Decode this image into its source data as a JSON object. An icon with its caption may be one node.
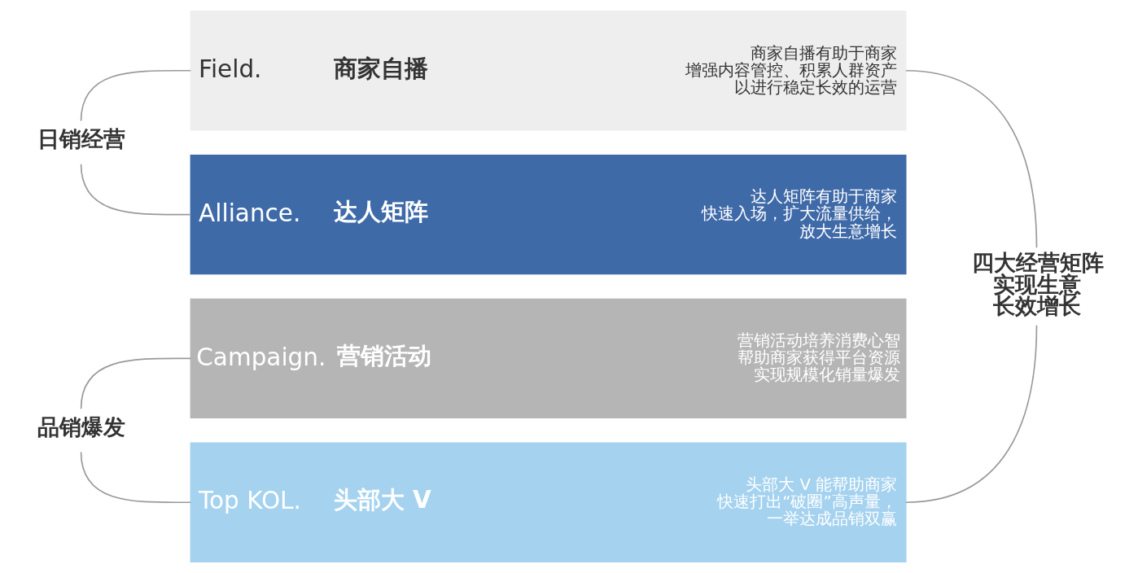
{
  "diagram": {
    "nodes": [
      {
        "text": [
          "Field.",
          "商家自播",
          "商家自播有助于商家增强内容管控、积累人群资产以进行稳定长效的运营"
        ]
      },
      {
        "text": [
          "Alliance.",
          "达人矩阵",
          "达人矩阵有助于商家快速入场，扩大流量供给，放大生意增长"
        ]
      },
      {
        "text": [
          "Campaign.",
          "营销活动",
          "营销活动培养消费心智帮助商家获得平台资源实现规模化销量爆发"
        ]
      },
      {
        "text": [
          "Top KOL.",
          "头部大 V",
          "头部大 V 能帮助商家快速打出“破圈”高声量，一举达成品销双赢"
        ]
      },
      {
        "text": [
          "日销经营"
        ]
      },
      {
        "text": [
          "品销爆发"
        ]
      },
      {
        "text": [
          "四大经营矩阵实现生意长效增长"
        ]
      }
    ],
    "edges": [
      {
        "from": 4,
        "to": 0,
        "arrow": "none"
      },
      {
        "from": 4,
        "to": 1,
        "arrow": "none"
      },
      {
        "from": 5,
        "to": 2,
        "arrow": "none"
      },
      {
        "from": 5,
        "to": 3,
        "arrow": "none"
      },
      {
        "from": 0,
        "to": 6,
        "arrow": "none"
      },
      {
        "from": 3,
        "to": 6,
        "arrow": "none"
      }
    ]
  }
}
